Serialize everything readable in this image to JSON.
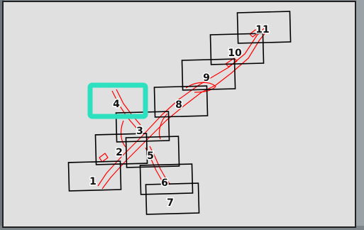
{
  "colors": {
    "panel": "#e0e0e0",
    "box_stroke": "#000000",
    "path_red": "#ff0000",
    "highlight": "#2de0bf"
  },
  "highlighted_label": "4",
  "labels": {
    "b1": "1",
    "b2": "2",
    "b3": "3",
    "b4": "4",
    "b5": "5",
    "b6": "6",
    "b7": "7",
    "b8": "8",
    "b9": "9",
    "b10": "10",
    "b11": "11"
  }
}
